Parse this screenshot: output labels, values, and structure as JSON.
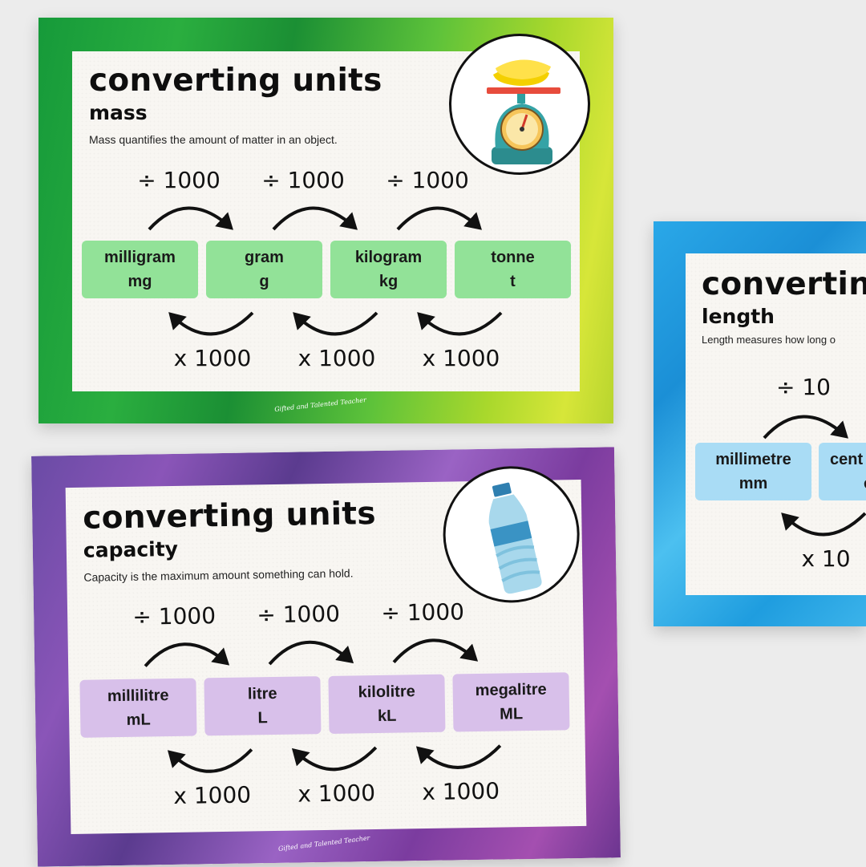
{
  "posters": {
    "mass": {
      "title": "converting units",
      "subtitle": "mass",
      "description": "Mass quantifies the amount of matter in an object.",
      "icon": "kitchen-scale-with-bananas",
      "divide_ops": [
        "÷ 1000",
        "÷ 1000",
        "÷ 1000"
      ],
      "multiply_ops": [
        "x 1000",
        "x 1000",
        "x 1000"
      ],
      "units": [
        {
          "name": "milligram",
          "symbol": "mg"
        },
        {
          "name": "gram",
          "symbol": "g"
        },
        {
          "name": "kilogram",
          "symbol": "kg"
        },
        {
          "name": "tonne",
          "symbol": "t"
        }
      ],
      "logo": "Gifted and Talented Teacher",
      "colors": {
        "background": "#1f9e3c",
        "box": "#92e298"
      }
    },
    "capacity": {
      "title": "converting units",
      "subtitle": "capacity",
      "description": "Capacity is the maximum amount something can hold.",
      "icon": "water-bottle",
      "divide_ops": [
        "÷ 1000",
        "÷ 1000",
        "÷ 1000"
      ],
      "multiply_ops": [
        "x 1000",
        "x 1000",
        "x 1000"
      ],
      "units": [
        {
          "name": "millilitre",
          "symbol": "mL"
        },
        {
          "name": "litre",
          "symbol": "L"
        },
        {
          "name": "kilolitre",
          "symbol": "kL"
        },
        {
          "name": "megalitre",
          "symbol": "ML"
        }
      ],
      "logo": "Gifted and Talented Teacher",
      "colors": {
        "background": "#7a3d9a",
        "box": "#d8c0ea"
      }
    },
    "length": {
      "title": "convertin",
      "subtitle": "length",
      "description": "Length measures how long o",
      "divide_ops": [
        "÷ 10"
      ],
      "multiply_ops": [
        "x 10"
      ],
      "units": [
        {
          "name": "millimetre",
          "symbol": "mm"
        },
        {
          "name": "cent",
          "symbol": "c"
        }
      ],
      "colors": {
        "background": "#1f9ddf",
        "box": "#a9dcf5"
      }
    }
  }
}
